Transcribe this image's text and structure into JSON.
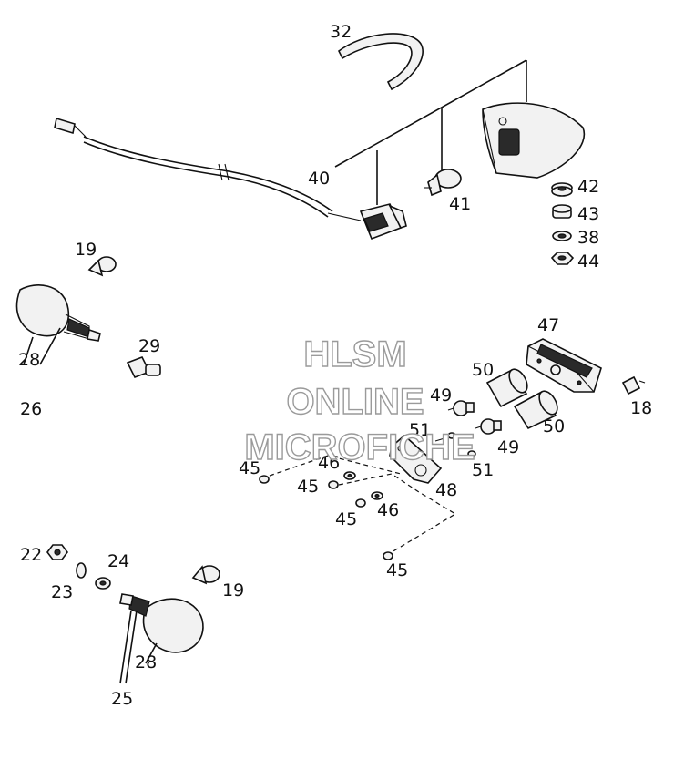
{
  "labels": {
    "l32": "32",
    "l40": "40",
    "l41": "41",
    "l42": "42",
    "l43": "43",
    "l38": "38",
    "l44": "44",
    "l19a": "19",
    "l28a": "28",
    "l26": "26",
    "l29": "29",
    "l47": "47",
    "l50a": "50",
    "l49a": "49",
    "l18": "18",
    "l50b": "50",
    "l51a": "51",
    "l49b": "49",
    "l46a": "46",
    "l45a": "45",
    "l45b": "45",
    "l51b": "51",
    "l48": "48",
    "l45c": "45",
    "l46b": "46",
    "l45d": "45",
    "l22": "22",
    "l23": "23",
    "l24": "24",
    "l19b": "19",
    "l28b": "28",
    "l25": "25"
  },
  "watermark": {
    "line1": "HLSM",
    "line2": "ONLINE",
    "line3": "MICROFICHE"
  }
}
